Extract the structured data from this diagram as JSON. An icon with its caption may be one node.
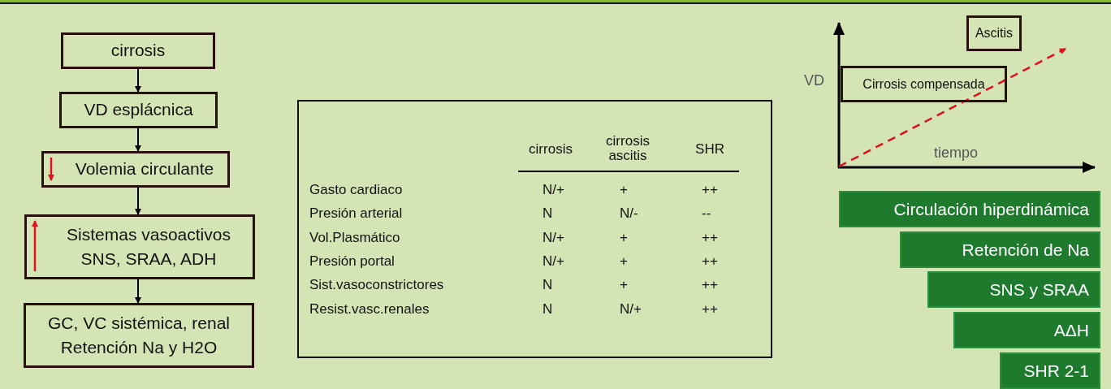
{
  "diagram": {
    "nodes": [
      {
        "text": [
          "cirrosis"
        ]
      },
      {
        "text": [
          "VD esplácnica"
        ]
      },
      {
        "text": [
          "Volemia circulante"
        ]
      },
      {
        "text": [
          "Sistemas vasoactivos",
          "SNS, SRAA, ADH"
        ]
      },
      {
        "text": [
          "GC, VC sistémica, renal",
          "Retención Na y H2O"
        ]
      },
      {
        "text": [
          "Ascitis"
        ]
      },
      {
        "text": [
          "Cirrosis compensada"
        ]
      },
      {
        "text": [
          "Circulación hiperdinámica"
        ]
      },
      {
        "text": [
          "Retención de Na"
        ]
      },
      {
        "text": [
          "SNS y SRAA"
        ]
      },
      {
        "text": [
          "AΔH"
        ]
      },
      {
        "text": [
          "SHR 2-1"
        ]
      }
    ],
    "edges": [
      {
        "from": 0,
        "to": 1,
        "arrow": "to"
      },
      {
        "from": 1,
        "to": 2,
        "arrow": "to"
      },
      {
        "from": 2,
        "to": 3,
        "arrow": "to"
      },
      {
        "from": 3,
        "to": 4,
        "arrow": "to"
      }
    ],
    "labels": [
      "cirrosis",
      "cirrosis ascitis",
      "SHR",
      "Gasto cardiaco",
      "N/+",
      "+",
      "++",
      "Presión arterial",
      "N",
      "N/-",
      "--",
      "Vol.Plasmático",
      "N/+",
      "+",
      "++",
      "Presión portal",
      "N/+",
      "+",
      "++",
      "Sist.vasoconstrictores",
      "N",
      "+",
      "++",
      "Resist.vasc.renales",
      "N",
      "N/+",
      "++",
      "VD",
      "tiempo"
    ]
  }
}
